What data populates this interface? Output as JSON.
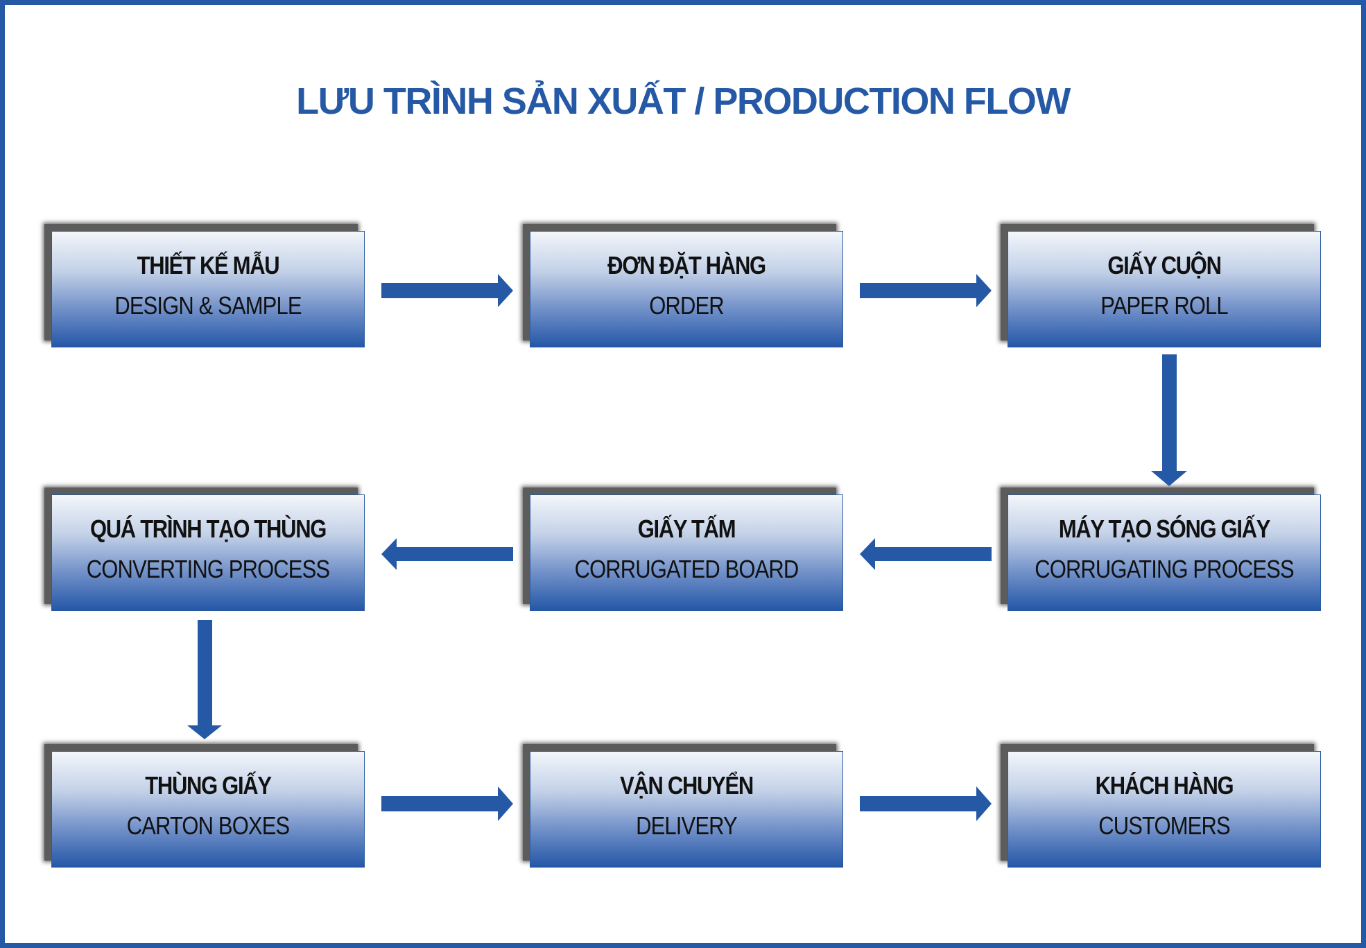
{
  "title": "LƯU TRÌNH SẢN XUẤT / PRODUCTION FLOW",
  "colors": {
    "accent": "#2559a6",
    "box_top": "#f3f6fb",
    "box_bottom": "#2557a7",
    "shadow": "#5c5c5c"
  },
  "steps": [
    {
      "vi": "THIẾT KẾ MẪU",
      "en": "DESIGN & SAMPLE"
    },
    {
      "vi": "ĐƠN ĐẶT HÀNG",
      "en": "ORDER"
    },
    {
      "vi": "GIẤY CUỘN",
      "en": "PAPER ROLL"
    },
    {
      "vi": "MÁY TẠO SÓNG GIẤY",
      "en": "CORRUGATING PROCESS"
    },
    {
      "vi": "GIẤY TẤM",
      "en": "CORRUGATED BOARD"
    },
    {
      "vi": "QUÁ TRÌNH TẠO THÙNG",
      "en": "CONVERTING PROCESS"
    },
    {
      "vi": "THÙNG GIẤY",
      "en": "CARTON BOXES"
    },
    {
      "vi": "VẬN CHUYỂN",
      "en": "DELIVERY"
    },
    {
      "vi": "KHÁCH HÀNG",
      "en": "CUSTOMERS"
    }
  ]
}
